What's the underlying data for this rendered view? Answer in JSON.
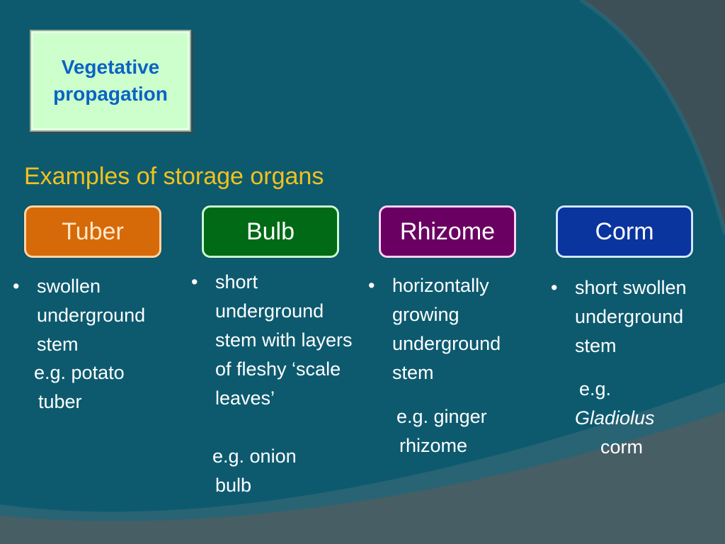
{
  "title": {
    "line1": "Vegetative",
    "line2": "propagation"
  },
  "subtitle": "Examples of storage organs",
  "organs": [
    {
      "label": "Tuber",
      "description": "swollen underground stem",
      "example_line1": "e.g. potato",
      "example_line2": "tuber"
    },
    {
      "label": "Bulb",
      "description": "short underground stem with layers of fleshy ‘scale leaves’",
      "example_line1": "e.g. onion",
      "example_line2": "bulb"
    },
    {
      "label": "Rhizome",
      "description": "horizontally growing underground stem",
      "example_line1": "e.g. ginger",
      "example_line2": "rhizome"
    },
    {
      "label": "Corm",
      "description": "short swollen underground stem",
      "example_line1": "e.g.",
      "example_line2": "Gladiolus",
      "example_line3": "corm"
    }
  ],
  "bullet": "•",
  "colors": {
    "background_teal": "#0c5a70",
    "title_box": "#ccffcc",
    "title_text": "#0b63c4",
    "subtitle_text": "#f2c21b",
    "tuber": "#d66a08",
    "bulb": "#006a16",
    "rhizome": "#6a0062",
    "corm": "#0a349e"
  }
}
